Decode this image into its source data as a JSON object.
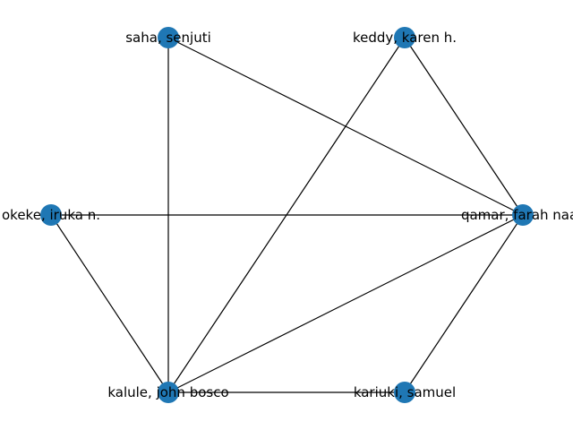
{
  "graph": {
    "node_color": "#1f77b4",
    "edge_color": "#000000",
    "nodes": [
      {
        "id": "saha",
        "label": "saha, senjuti"
      },
      {
        "id": "keddy",
        "label": "keddy, karen h."
      },
      {
        "id": "okeke",
        "label": "okeke, iruka n."
      },
      {
        "id": "qamar",
        "label": "qamar, farah naaz"
      },
      {
        "id": "kalule",
        "label": "kalule, john bosco"
      },
      {
        "id": "kariuki",
        "label": "kariuki, samuel"
      }
    ],
    "edges": [
      [
        "saha",
        "kalule"
      ],
      [
        "saha",
        "qamar"
      ],
      [
        "keddy",
        "kalule"
      ],
      [
        "keddy",
        "qamar"
      ],
      [
        "okeke",
        "qamar"
      ],
      [
        "okeke",
        "kalule"
      ],
      [
        "kalule",
        "qamar"
      ],
      [
        "kalule",
        "kariuki"
      ],
      [
        "kariuki",
        "qamar"
      ]
    ]
  }
}
